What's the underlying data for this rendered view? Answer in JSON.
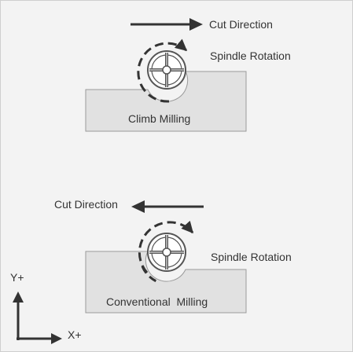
{
  "colors": {
    "background": "#f3f3f3",
    "workpiece": "#e1e1e1",
    "stroke": "#333333",
    "text": "#333333"
  },
  "climb": {
    "cut_direction": "Cut Direction",
    "spindle_rotation": "Spindle Rotation",
    "label": "Climb Milling"
  },
  "conventional": {
    "cut_direction": "Cut Direction",
    "spindle_rotation": "Spindle Rotation",
    "label": "Conventional  Milling"
  },
  "axes": {
    "y_label": "Y+",
    "x_label": "X+"
  },
  "icons": [
    "arrow-right-icon",
    "arrow-left-icon",
    "end-mill-cutter-icon",
    "rotation-arrow-icon",
    "axis-icon"
  ]
}
